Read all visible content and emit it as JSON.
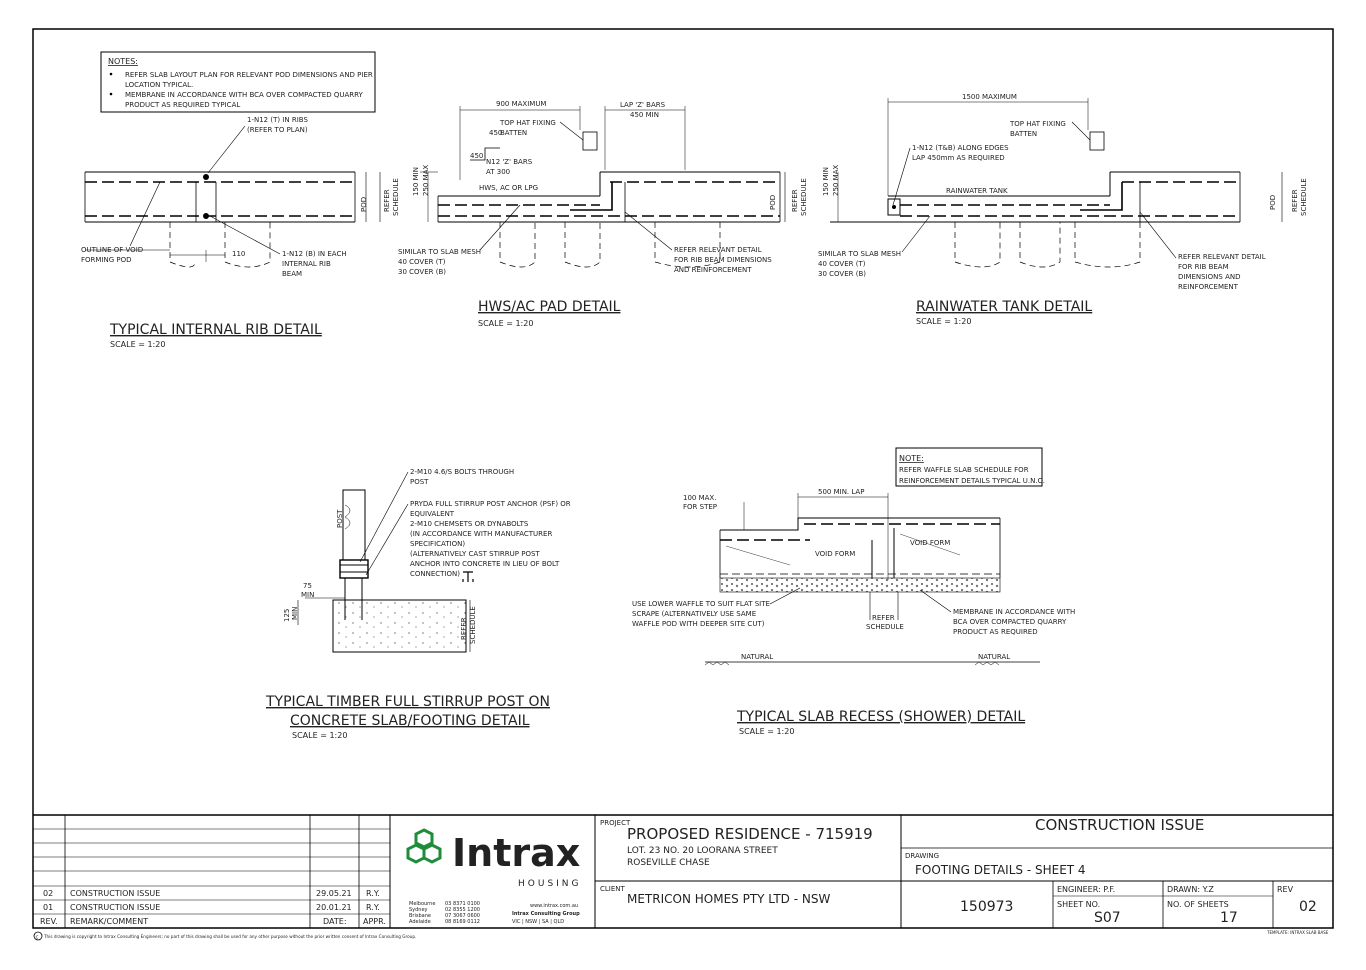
{
  "notes_top": {
    "header": "NOTES:",
    "items": [
      "REFER SLAB LAYOUT PLAN FOR RELEVANT POD DIMENSIONS AND PIER",
      "LOCATION TYPICAL.",
      "MEMBRANE IN ACCORDANCE WITH BCA OVER COMPACTED QUARRY",
      "PRODUCT AS REQUIRED TYPICAL"
    ]
  },
  "rib_detail": {
    "title": "TYPICAL INTERNAL RIB DETAIL",
    "scale": "SCALE = 1:20",
    "label_top_1": "1-N12 (T) IN RIBS",
    "label_top_2": "(REFER TO PLAN)",
    "label_void_1": "OUTLINE OF VOID",
    "label_void_2": "FORMING POD",
    "dim_110": "110",
    "label_bottom_1": "1-N12 (B) IN EACH",
    "label_bottom_2": "INTERNAL RIB",
    "label_bottom_3": "BEAM",
    "pod": "POD",
    "refer": "REFER",
    "schedule": "SCHEDULE"
  },
  "hws_detail": {
    "title": "HWS/AC PAD DETAIL",
    "scale": "SCALE = 1:20",
    "dim_900": "900 MAXIMUM",
    "dim_lap_1": "LAP 'Z' BARS",
    "dim_lap_2": "450 MIN",
    "top_hat_1": "TOP HAT FIXING",
    "top_hat_2": "BATTEN",
    "dim_450a": "450",
    "dim_450b": "450",
    "bars_1": "N12 'Z' BARS",
    "bars_2": "AT 300",
    "hws": "HWS, AC OR LPG",
    "dim_150": "150 MIN",
    "dim_250": "250 MAX",
    "mesh_1": "SIMILAR TO SLAB MESH",
    "mesh_2": "40 COVER (T)",
    "mesh_3": "30 COVER (B)",
    "rib_1": "REFER RELEVANT DETAIL",
    "rib_2": "FOR RIB BEAM DIMENSIONS",
    "rib_3": "AND REINFORCEMENT",
    "pod": "POD",
    "refer": "REFER",
    "schedule": "SCHEDULE"
  },
  "tank_detail": {
    "title": "RAINWATER TANK DETAIL",
    "scale": "SCALE = 1:20",
    "dim_1500": "1500 MAXIMUM",
    "top_hat_1": "TOP HAT FIXING",
    "top_hat_2": "BATTEN",
    "edge_1": "1-N12 (T&B) ALONG EDGES",
    "edge_2": "LAP 450mm AS REQUIRED",
    "tank": "RAINWATER  TANK",
    "dim_150": "150 MIN",
    "dim_250": "250 MAX",
    "mesh_1": "SIMILAR TO SLAB MESH",
    "mesh_2": "40 COVER (T)",
    "mesh_3": "30 COVER (B)",
    "rib_1": "REFER RELEVANT DETAIL",
    "rib_2": "FOR RIB BEAM",
    "rib_3": "DIMENSIONS AND",
    "rib_4": "REINFORCEMENT",
    "pod": "POD",
    "refer": "REFER",
    "schedule": "SCHEDULE"
  },
  "post_detail": {
    "title_1": "TYPICAL TIMBER FULL STIRRUP POST ON",
    "title_2": "CONCRETE SLAB/FOOTING DETAIL",
    "scale": "SCALE = 1:20",
    "bolts_1": "2-M10 4.6/S BOLTS THROUGH",
    "bolts_2": "POST",
    "anchor_1": "PRYDA FULL STIRRUP POST ANCHOR (PSF) OR",
    "anchor_2": "EQUIVALENT",
    "anchor_3": "2-M10 CHEMSETS OR DYNABOLTS",
    "anchor_4": "(IN ACCORDANCE WITH MANUFACTURER",
    "anchor_5": "SPECIFICATION)",
    "anchor_6": "(ALTERNATIVELY CAST STIRRUP POST",
    "anchor_7": "ANCHOR INTO CONCRETE IN LIEU OF BOLT",
    "anchor_8": "CONNECTION)",
    "post": "POST",
    "dim_75": "75",
    "min": "MIN",
    "dim_125": "125",
    "refer": "REFER",
    "schedule": "SCHEDULE"
  },
  "recess_detail": {
    "title": "TYPICAL SLAB RECESS (SHOWER) DETAIL",
    "scale": "SCALE = 1:20",
    "note_header": "NOTE:",
    "note_1": "REFER WAFFLE SLAB SCHEDULE FOR",
    "note_2": "REINFORCEMENT DETAILS TYPICAL U.N.O.",
    "dim_100_1": "100 MAX.",
    "dim_100_2": "FOR STEP",
    "dim_500": "500 MIN. LAP",
    "void_1": "VOID FORM",
    "void_2": "VOID FORM",
    "waffle_1": "USE LOWER WAFFLE TO SUIT FLAT SITE",
    "waffle_2": "SCRAPE (ALTERNATIVELY USE SAME",
    "waffle_3": "WAFFLE POD WITH DEEPER SITE CUT)",
    "refer": "REFER",
    "schedule": "SCHEDULE",
    "membrane_1": "MEMBRANE IN ACCORDANCE WITH",
    "membrane_2": "BCA OVER COMPACTED QUARRY",
    "membrane_3": "PRODUCT AS REQUIRED",
    "natural_1": "NATURAL",
    "natural_2": "NATURAL"
  },
  "revisions": {
    "rows": [
      {
        "rev": "02",
        "remark": "CONSTRUCTION ISSUE",
        "date": "29.05.21",
        "appr": "R.Y."
      },
      {
        "rev": "01",
        "remark": "CONSTRUCTION ISSUE",
        "date": "20.01.21",
        "appr": "R.Y."
      }
    ],
    "headers": {
      "rev": "REV.",
      "remark": "REMARK/COMMENT",
      "date": "DATE:",
      "appr": "APPR."
    }
  },
  "logo": {
    "name": "Intrax",
    "sub": "HOUSING",
    "offices": [
      "Melbourne",
      "Sydney",
      "Brisbane",
      "Adelaide"
    ],
    "phones": [
      "03 8371 0100",
      "02 8355 1200",
      "07 3067 0600",
      "08 8169 0112"
    ],
    "website": "www.intrax.com.au",
    "group": "Intrax Consulting Group",
    "states": "VIC  |  NSW  |  SA  |  QLD"
  },
  "title_block": {
    "project_label": "PROJECT",
    "project_name": "PROPOSED RESIDENCE - 715919",
    "address_1": "LOT. 23 NO. 20 LOORANA STREET",
    "address_2": "ROSEVILLE CHASE",
    "client_label": "CLIENT",
    "client_name": "METRICON HOMES PTY LTD - NSW",
    "issue": "CONSTRUCTION ISSUE",
    "drawing_label": "DRAWING",
    "drawing_name": "FOOTING DETAILS - SHEET 4",
    "job_no": "150973",
    "engineer": "ENGINEER: P.F.",
    "drawn": "DRAWN: Y.Z",
    "rev_label": "REV",
    "sheet_no_label": "SHEET NO.",
    "sheet_no": "S07",
    "sheets_label": "NO. OF SHEETS",
    "sheets": "17",
    "rev": "02"
  },
  "copyright": "This drawing is copyright to Intrax Consulting Engineers; no part of this drawing shall be used for any other purpose without the prior written consent of Intrax Consulting Group.",
  "template_ref": "TEMPLATE: INTRAX SLAB BASE"
}
